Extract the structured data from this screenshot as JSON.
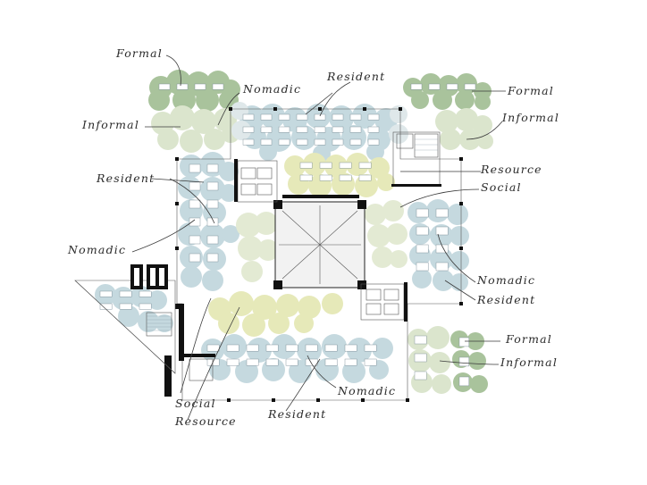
{
  "diagram": {
    "labels": {
      "formal_nw": "Formal",
      "informal_w": "Informal",
      "nomadic_top": "Nomadic",
      "resident_top": "Resident",
      "formal_ne": "Formal",
      "informal_ne": "Informal",
      "resident_w": "Resident",
      "resource_e": "Resource",
      "social_e": "Social",
      "nomadic_w": "Nomadic",
      "nomadic_e": "Nomadic",
      "resident_e": "Resident",
      "formal_se": "Formal",
      "informal_se": "Informal",
      "social_s": "Social",
      "resource_s": "Resource",
      "resident_s": "Resident",
      "nomadic_s": "Nomadic"
    },
    "colors": {
      "formal": "#a9c39c",
      "informal": "#dbe5cd",
      "resident": "#c5d9df",
      "nomadic": "#dfe8ea",
      "resource_social": "#e6e9b9",
      "walls": "#111111",
      "background": "#ffffff"
    }
  }
}
